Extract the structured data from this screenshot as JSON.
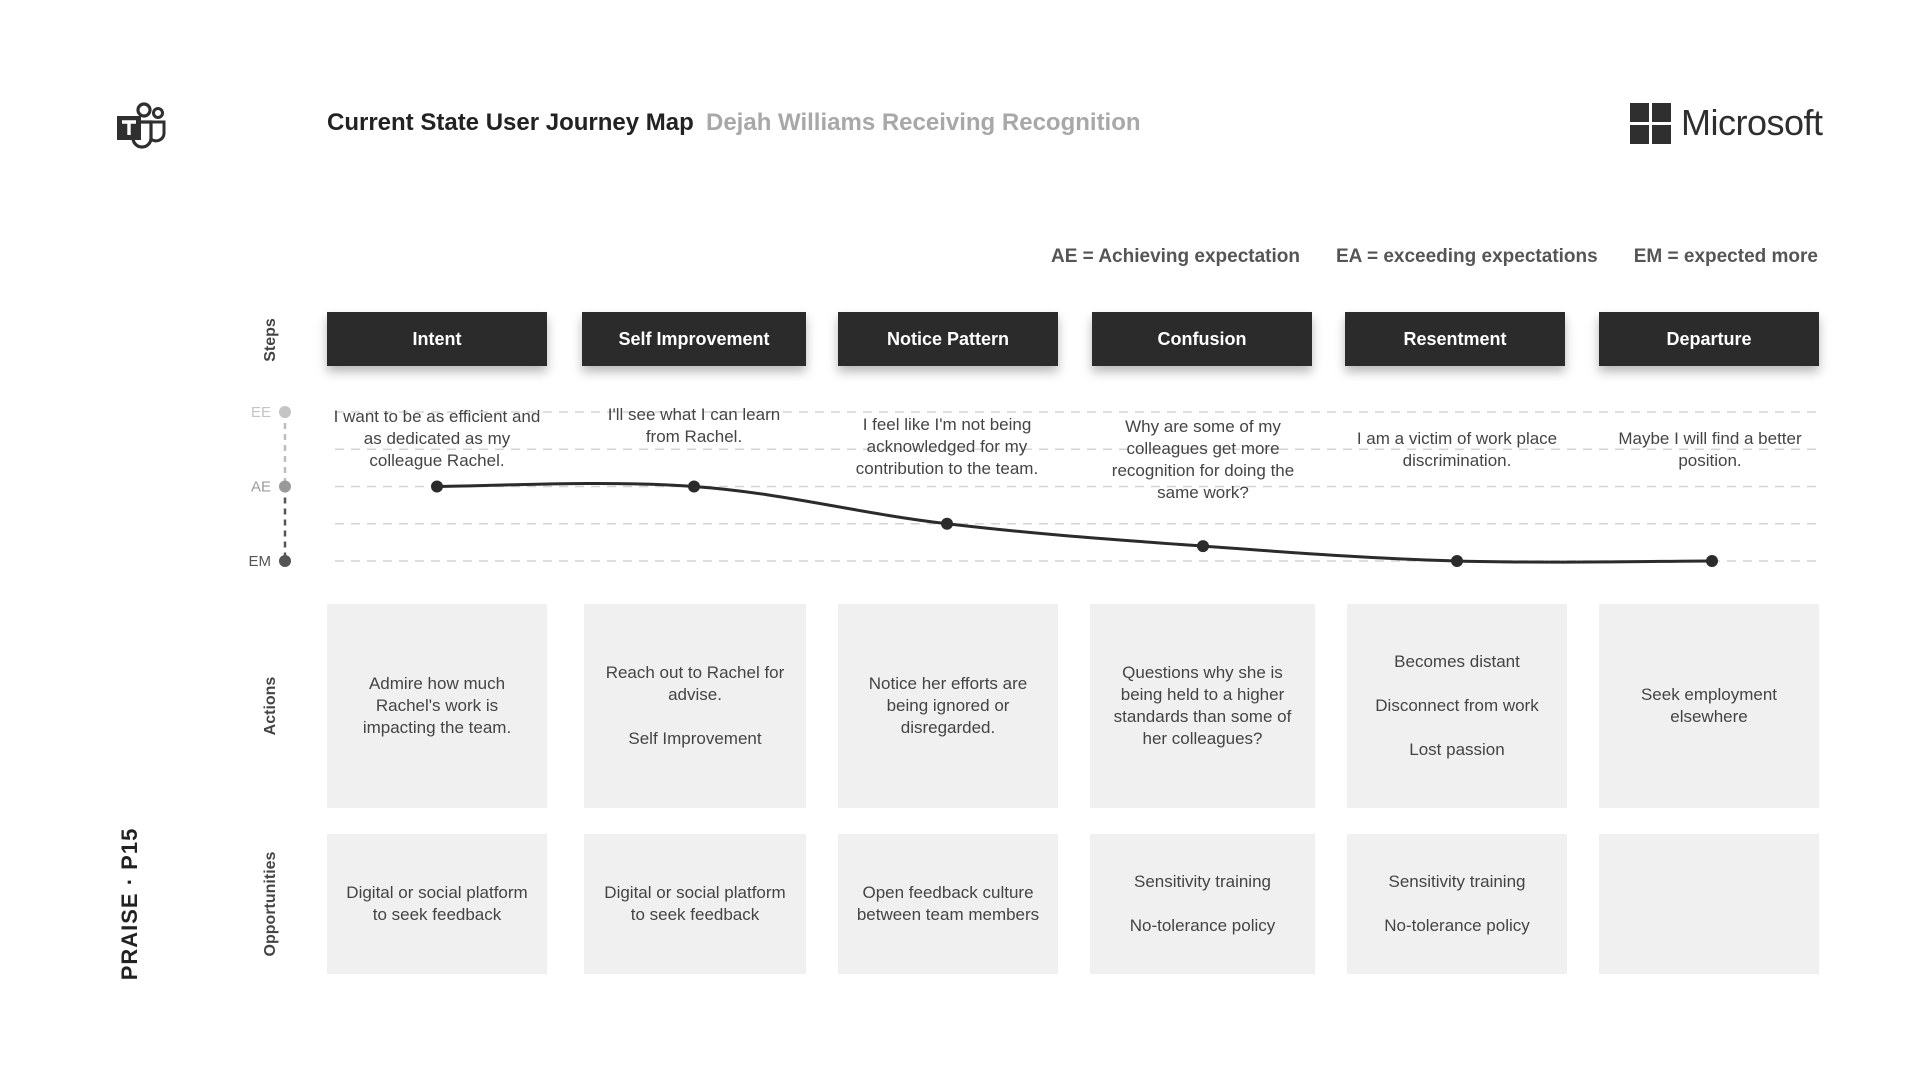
{
  "header": {
    "title": "Current State User Journey Map",
    "subtitle": "Dejah Williams Receiving Recognition",
    "brand": "Microsoft",
    "app_icon": "teams-icon"
  },
  "legend": [
    "AE = Achieving expectation",
    "EA = exceeding expectations",
    "EM = expected more"
  ],
  "row_labels": {
    "steps": "Steps",
    "actions": "Actions",
    "opportunities": "Opportunities"
  },
  "page_label": "PRAISE · P15",
  "steps": [
    "Intent",
    "Self Improvement",
    "Notice Pattern",
    "Confusion",
    "Resentment",
    "Departure"
  ],
  "chart_data": {
    "type": "line",
    "y_levels": [
      "EM",
      "",
      "AE",
      "",
      "EE"
    ],
    "y_tick_labels": [
      "EE",
      "AE",
      "EM"
    ],
    "x": [
      "Intent",
      "Self Improvement",
      "Notice Pattern",
      "Confusion",
      "Resentment",
      "Departure"
    ],
    "values": [
      2,
      2,
      1,
      0.4,
      0,
      0
    ],
    "ylim": [
      0,
      4
    ],
    "grid": true,
    "quotes": [
      "I want to be as efficient and as dedicated as my colleague Rachel.",
      "I'll see what I can learn from Rachel.",
      "I feel like I'm not being acknowledged for my contribution to the team.",
      "Why are some of my colleagues get more recognition for doing the same work?",
      "I am a victim of work place discrimination.",
      "Maybe I will find a better position."
    ]
  },
  "actions": [
    "Admire how much Rachel's work is impacting the team.",
    "Reach out to Rachel for advise.\n\nSelf Improvement",
    "Notice her efforts are being ignored or disregarded.",
    "Questions why she is being held to a higher standards than some of her colleagues?",
    "Becomes distant\n\nDisconnect from work\n\nLost passion",
    "Seek employment elsewhere"
  ],
  "opportunities": [
    "Digital or social platform to seek feedback",
    "Digital or social platform to seek feedback",
    "Open feedback culture between team members",
    "Sensitivity training\n\nNo-tolerance policy",
    "Sensitivity training\n\nNo-tolerance policy",
    ""
  ]
}
